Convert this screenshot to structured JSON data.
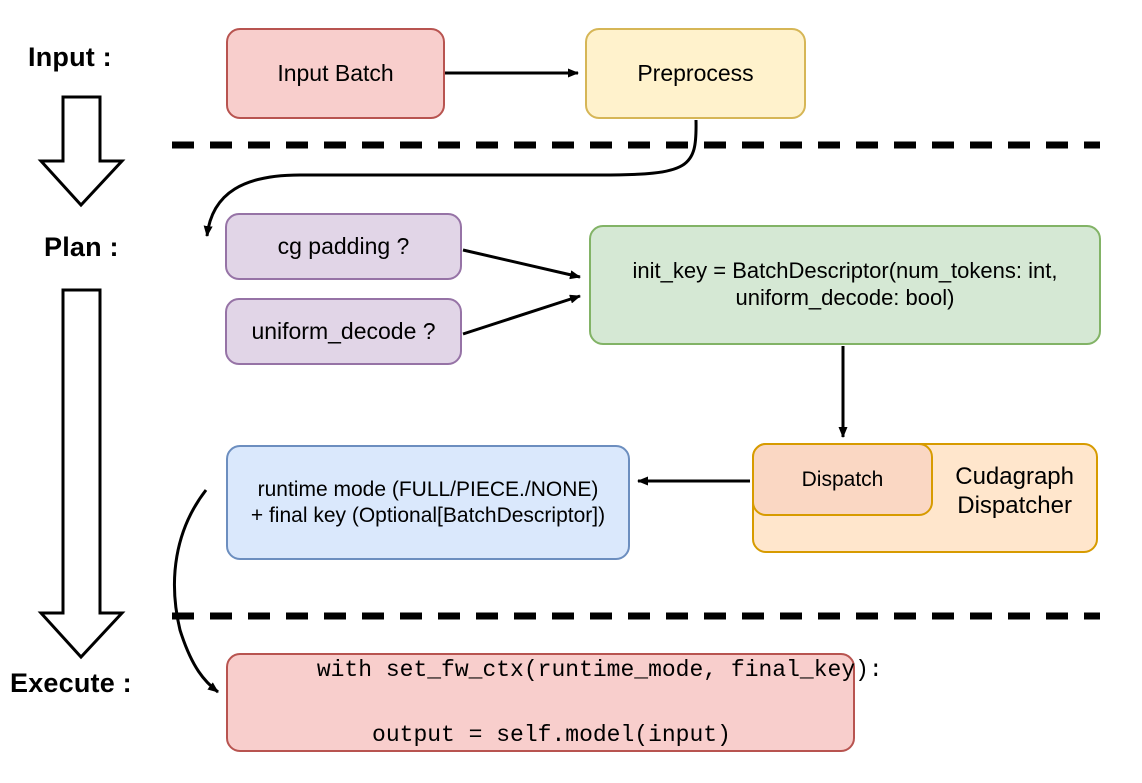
{
  "diagram": {
    "title": "vLLM cudagraph dispatch flow",
    "stages": [
      {
        "id": "input",
        "label": "Input :"
      },
      {
        "id": "plan",
        "label": "Plan :"
      },
      {
        "id": "execute",
        "label": "Execute :"
      }
    ],
    "nodes": {
      "input_batch": {
        "label": "Input Batch",
        "fill": "#f8cecc",
        "stroke": "#b85450"
      },
      "preprocess": {
        "label": "Preprocess",
        "fill": "#fff2cc",
        "stroke": "#d6b656"
      },
      "cg_padding": {
        "label": "cg padding ?",
        "fill": "#e1d5e7",
        "stroke": "#9673a6"
      },
      "uniform_decode": {
        "label": "uniform_decode ?",
        "fill": "#e1d5e7",
        "stroke": "#9673a6"
      },
      "init_key": {
        "line1": "init_key = BatchDescriptor(num_tokens: int,",
        "line2": "uniform_decode: bool)",
        "fill": "#d5e8d4",
        "stroke": "#82b366"
      },
      "dispatch": {
        "label": "Dispatch",
        "fill": "#fad7c3",
        "stroke": "#d79b00"
      },
      "cudagraph_dispatcher": {
        "line1": "Cudagraph",
        "line2": "Dispatcher",
        "fill": "#ffe6cc",
        "stroke": "#d79b00"
      },
      "runtime_mode": {
        "line1": "runtime mode (FULL/PIECE./NONE)",
        "line2": "+ final key (Optional[BatchDescriptor])",
        "fill": "#dae8fc",
        "stroke": "#6c8ebf"
      },
      "exec_code": {
        "line1": "with set_fw_ctx(runtime_mode, final_key):",
        "line2": "    output = self.model(input)",
        "fill": "#f8cecc",
        "stroke": "#b85450"
      }
    },
    "separators": [
      {
        "id": "separator-input-plan",
        "style": "dashed"
      },
      {
        "id": "separator-plan-execute",
        "style": "dashed"
      }
    ],
    "edges": [
      {
        "id": "input-batch-to-preprocess",
        "from": "input_batch",
        "to": "preprocess"
      },
      {
        "id": "preprocess-to-cg-padding",
        "from": "preprocess",
        "to": "cg_padding"
      },
      {
        "id": "cg-padding-to-init-key",
        "from": "cg_padding",
        "to": "init_key"
      },
      {
        "id": "uniform-decode-to-init-key",
        "from": "uniform_decode",
        "to": "init_key"
      },
      {
        "id": "init-key-to-dispatch",
        "from": "init_key",
        "to": "dispatch"
      },
      {
        "id": "dispatch-to-runtime-mode",
        "from": "dispatch",
        "to": "runtime_mode"
      },
      {
        "id": "runtime-mode-to-exec-code",
        "from": "runtime_mode",
        "to": "exec_code"
      }
    ],
    "flow_arrows": [
      {
        "id": "stage-arrow-input-to-plan",
        "direction": "down"
      },
      {
        "id": "stage-arrow-plan-to-execute",
        "direction": "down"
      }
    ]
  }
}
